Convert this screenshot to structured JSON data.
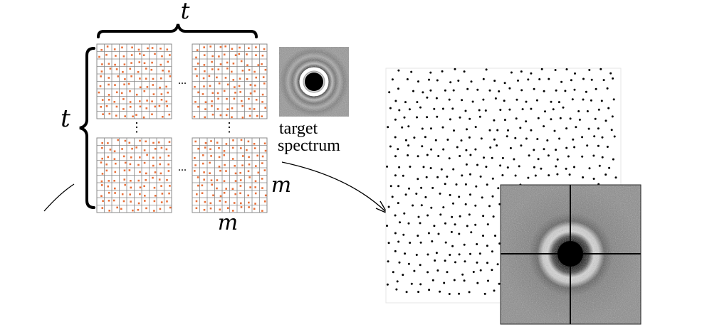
{
  "labels": {
    "t_top": "t",
    "t_left": "t",
    "m_right": "m",
    "m_bottom": "m",
    "target_line1": "target",
    "target_line2": "spectrum",
    "ellipsis_h": "...",
    "ellipsis_v": "⋮"
  },
  "tile_grid": {
    "tiles_shown": "2 x 2",
    "cells_per_side": 10
  },
  "colors": {
    "grid_line": "#8a8a8a",
    "sample_dot": "#e8703a",
    "ink": "#000000",
    "spectrum_ring_bg": "#8c8c8c"
  }
}
